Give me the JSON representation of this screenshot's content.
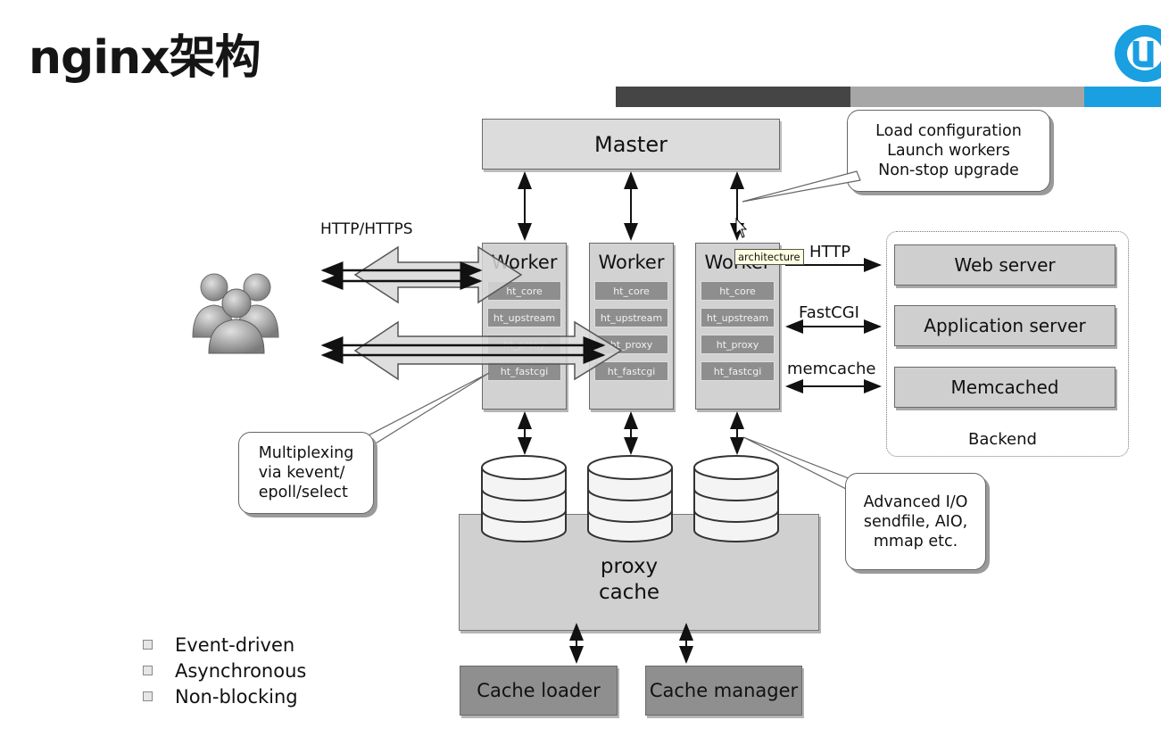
{
  "title": "nginx架构",
  "logo_icon": "cloud-logo-icon",
  "master": "Master",
  "callout_master": [
    "Load configuration",
    "Launch workers",
    "Non-stop upgrade"
  ],
  "protocol_label": "HTTP/HTTPS",
  "workers": [
    {
      "label": "Worker",
      "modules": [
        "ht_core",
        "ht_upstream",
        "ht_proxy",
        "ht_fastcgi"
      ]
    },
    {
      "label": "Worker",
      "modules": [
        "ht_core",
        "ht_upstream",
        "ht_proxy",
        "ht_fastcgi"
      ]
    },
    {
      "label": "Worker",
      "modules": [
        "ht_core",
        "ht_upstream",
        "ht_proxy",
        "ht_fastcgi"
      ]
    }
  ],
  "tooltip": "architecture",
  "backend_links": [
    "HTTP",
    "FastCGI",
    "memcache"
  ],
  "backend": {
    "servers": [
      "Web server",
      "Application server",
      "Memcached"
    ],
    "label": "Backend"
  },
  "callout_multiplex": [
    "Multiplexing",
    "via kevent/",
    "epoll/select"
  ],
  "callout_io": [
    "Advanced I/O",
    "sendfile, AIO,",
    "mmap etc."
  ],
  "cache": {
    "label_line1": "proxy",
    "label_line2": "cache"
  },
  "cache_loader": "Cache loader",
  "cache_manager": "Cache manager",
  "features": [
    "Event-driven",
    "Asynchronous",
    "Non-blocking"
  ],
  "icons": {
    "users": "users-icon",
    "disk": "database-icon"
  }
}
